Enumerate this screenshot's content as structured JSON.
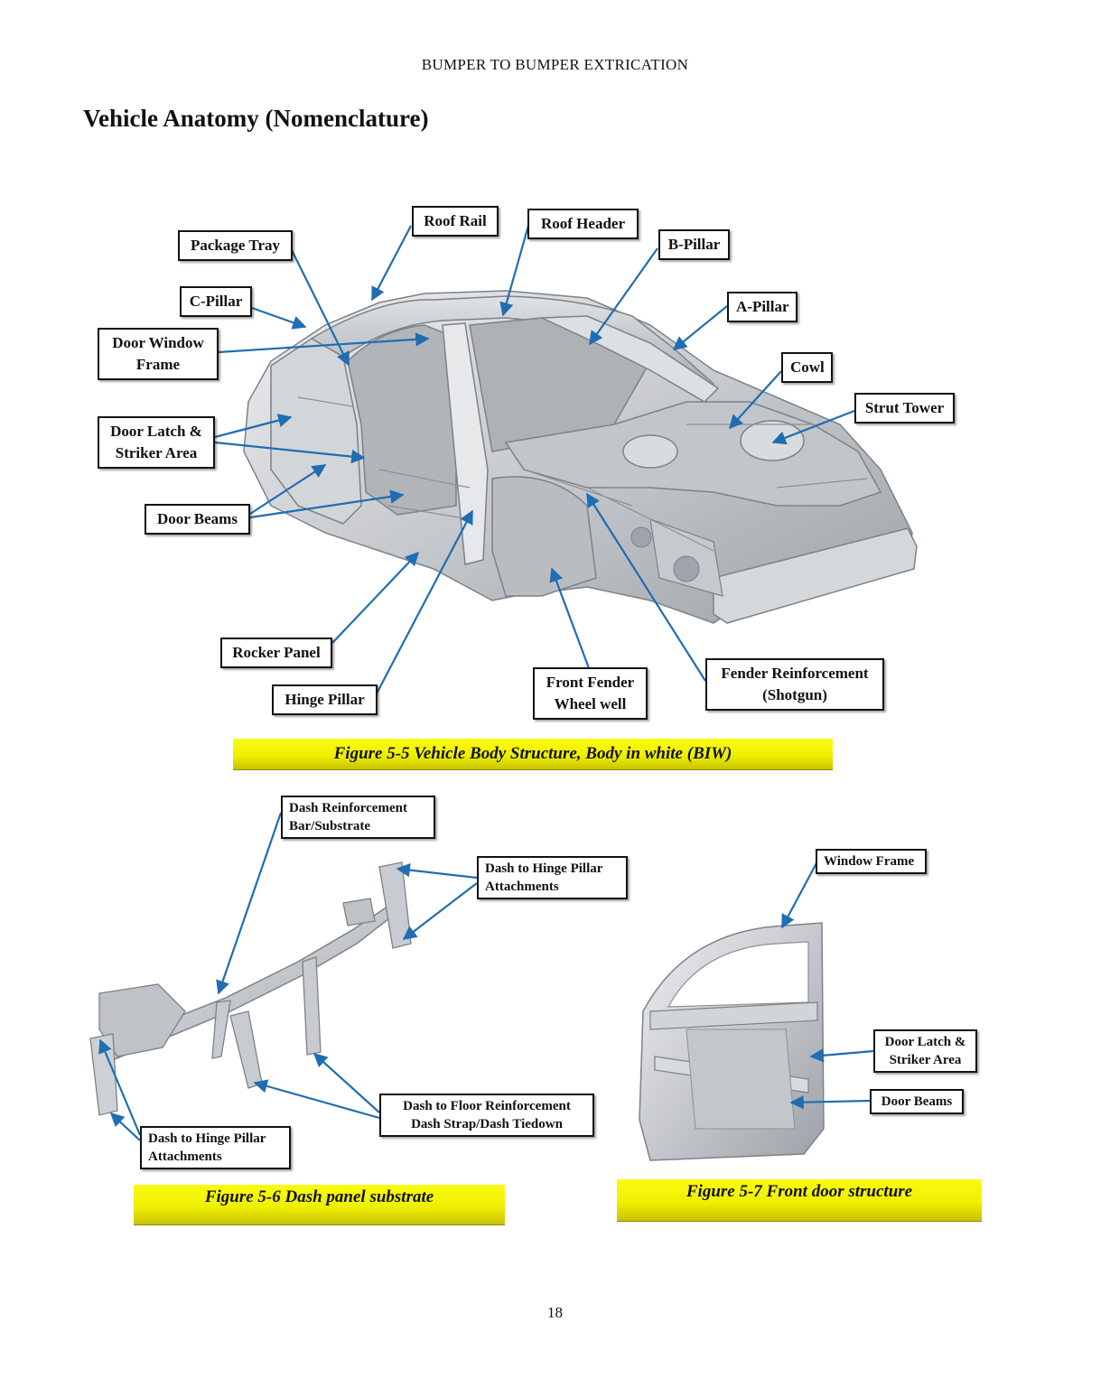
{
  "header": {
    "running_head": "BUMPER TO BUMPER EXTRICATION"
  },
  "title": "Vehicle Anatomy (Nomenclature)",
  "figure_5_5": {
    "caption": "Figure 5-5 Vehicle Body Structure, Body in white (BIW)",
    "labels": {
      "roof_rail": "Roof Rail",
      "roof_header": "Roof Header",
      "package_tray": "Package Tray",
      "b_pillar": "B-Pillar",
      "c_pillar": "C-Pillar",
      "a_pillar": "A-Pillar",
      "door_window_frame": [
        "Door Window",
        "Frame"
      ],
      "cowl": "Cowl",
      "strut_tower": "Strut Tower",
      "door_latch": [
        "Door Latch &",
        "Striker Area"
      ],
      "door_beams": "Door Beams",
      "rocker_panel": "Rocker Panel",
      "hinge_pillar": "Hinge Pillar",
      "front_fender": [
        "Front Fender",
        "Wheel well"
      ],
      "fender_reinforcement": [
        "Fender Reinforcement",
        "(Shotgun)"
      ]
    }
  },
  "figure_5_6": {
    "caption": "Figure 5-6 Dash panel substrate",
    "labels": {
      "dash_reinforcement": [
        "Dash Reinforcement",
        "Bar/Substrate"
      ],
      "dash_hinge_top": [
        "Dash to Hinge Pillar",
        "Attachments"
      ],
      "dash_floor": [
        "Dash to Floor Reinforcement",
        "Dash Strap/Dash Tiedown"
      ],
      "dash_hinge_bottom": [
        "Dash to Hinge Pillar",
        "Attachments"
      ]
    }
  },
  "figure_5_7": {
    "caption": "Figure 5-7 Front door structure",
    "labels": {
      "window_frame": "Window Frame",
      "door_latch": [
        "Door Latch &",
        "Striker Area"
      ],
      "door_beams": "Door Beams"
    }
  },
  "footer": {
    "page_number": "18"
  },
  "colors": {
    "arrow": "#1f6db3",
    "caption_fill": "#f2f200",
    "metal": "#c9ccd0"
  }
}
